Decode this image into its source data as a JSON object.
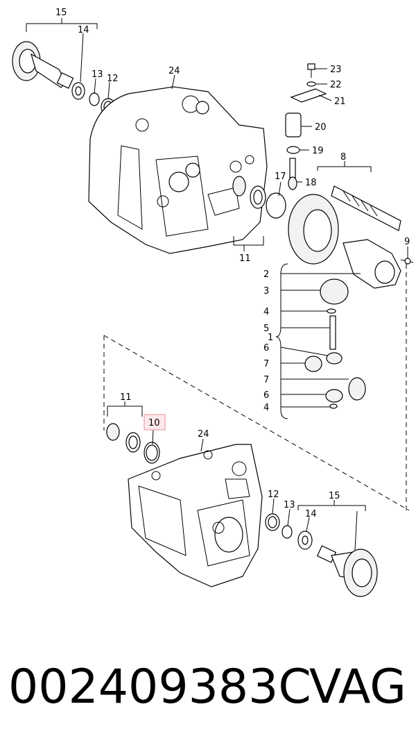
{
  "labels": {
    "l15a": "15",
    "l14a": "14",
    "l13a": "13",
    "l12a": "12",
    "l24a": "24",
    "l23": "23",
    "l22": "22",
    "l21": "21",
    "l20": "20",
    "l19": "19",
    "l17": "17",
    "l18": "18",
    "l8": "8",
    "l11a": "11",
    "l9": "9",
    "l2": "2",
    "l3": "3",
    "l4a": "4",
    "l5": "5",
    "l1": "1",
    "l6a": "6",
    "l7a": "7",
    "l7b": "7",
    "l6b": "6",
    "l4b": "4",
    "l11b": "11",
    "l10": "10",
    "l24b": "24",
    "l12b": "12",
    "l13b": "13",
    "l14b": "14",
    "l15b": "15"
  },
  "highlight_color": "#e8a0a8",
  "highlight_fill": "#fde8ea",
  "footer": {
    "part_number": "002409383C",
    "brand": "VAG"
  }
}
